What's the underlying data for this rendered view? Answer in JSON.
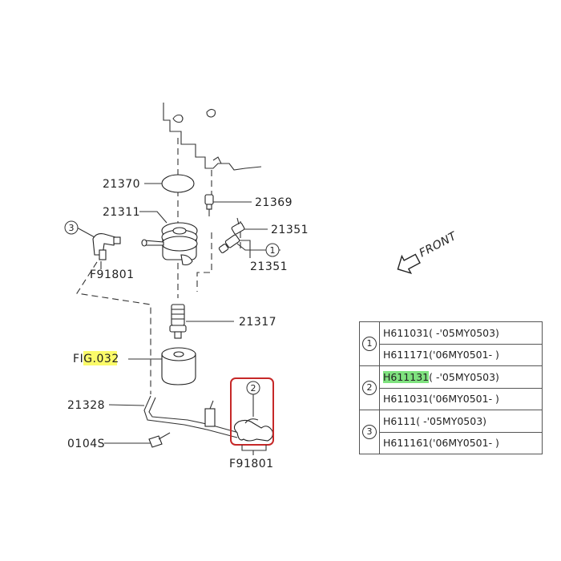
{
  "labels": {
    "p21370": "21370",
    "p21311": "21311",
    "p21369": "21369",
    "p21351_top": "21351",
    "p21351_bottom": "21351",
    "callout_3": "3",
    "callout_1": "1",
    "callout_2": "2",
    "f91801_left": "F91801",
    "p21317": "21317",
    "fig_prefix": "F",
    "fig_highlight": "IG.03",
    "fig_suffix": "2",
    "p21328": "21328",
    "p0104s": "0104S",
    "f91801_bottom": "F91801",
    "front": "FRONT"
  },
  "colors": {
    "highlight_yellow": "#fbfb6a",
    "highlight_green": "#7fe27f",
    "callout_box": "#c62828"
  },
  "table": {
    "rows": [
      {
        "group": "1",
        "part": "H611031",
        "range": "( -'05MY0503)",
        "highlight": false
      },
      {
        "group": "",
        "part": "H611171",
        "range": "('06MY0501- )",
        "highlight": false
      },
      {
        "group": "2",
        "part": "H611131",
        "range": "( -'05MY0503)",
        "highlight": true
      },
      {
        "group": "",
        "part": "H611031",
        "range": "('06MY0501- )",
        "highlight": false
      },
      {
        "group": "3",
        "part": "H6111",
        "range": "( -'05MY0503)",
        "highlight": false
      },
      {
        "group": "",
        "part": "H611161",
        "range": "('06MY0501- )",
        "highlight": false
      }
    ]
  }
}
